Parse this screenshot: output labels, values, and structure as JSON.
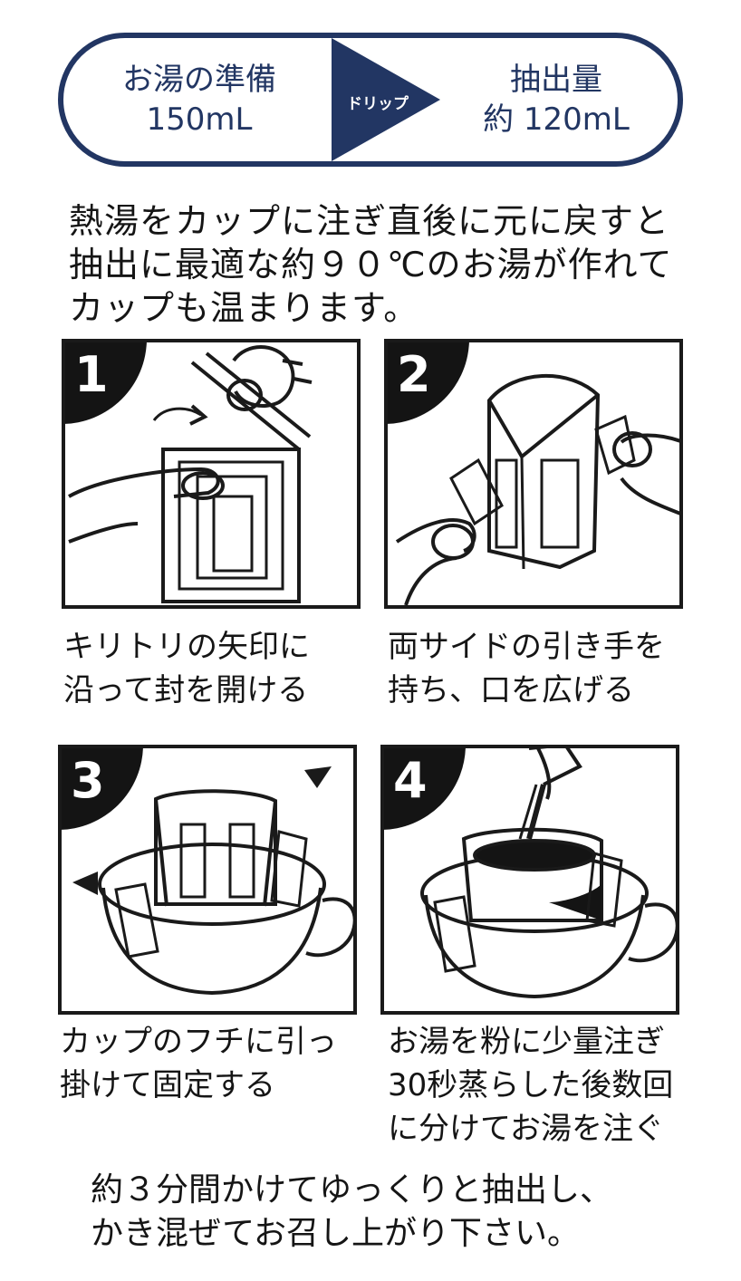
{
  "banner": {
    "left_title": "お湯の準備",
    "left_value": "150mL",
    "middle_label": "ドリップ",
    "right_title": "抽出量",
    "right_value": "約 120mL",
    "accent_color": "#223663"
  },
  "intro": {
    "lines": [
      "熱湯をカップに注ぎ直後に元に戻すと",
      "抽出に最適な約９０℃のお湯が作れて",
      "カップも温まります。"
    ]
  },
  "steps": [
    {
      "number": "1",
      "caption_lines": [
        "キリトリの矢印に",
        "沿って封を開ける"
      ]
    },
    {
      "number": "2",
      "caption_lines": [
        "両サイドの引き手を",
        "持ち、口を広げる"
      ]
    },
    {
      "number": "3",
      "caption_lines": [
        "カップのフチに引っ",
        "掛けて固定する"
      ]
    },
    {
      "number": "4",
      "caption_lines": [
        "お湯を粉に少量注ぎ",
        "30秒蒸らした後数回",
        "に分けてお湯を注ぐ"
      ]
    }
  ],
  "footer": {
    "lines": [
      "約３分間かけてゆっくりと抽出し、",
      "かき混ぜてお召し上がり下さい。"
    ]
  }
}
